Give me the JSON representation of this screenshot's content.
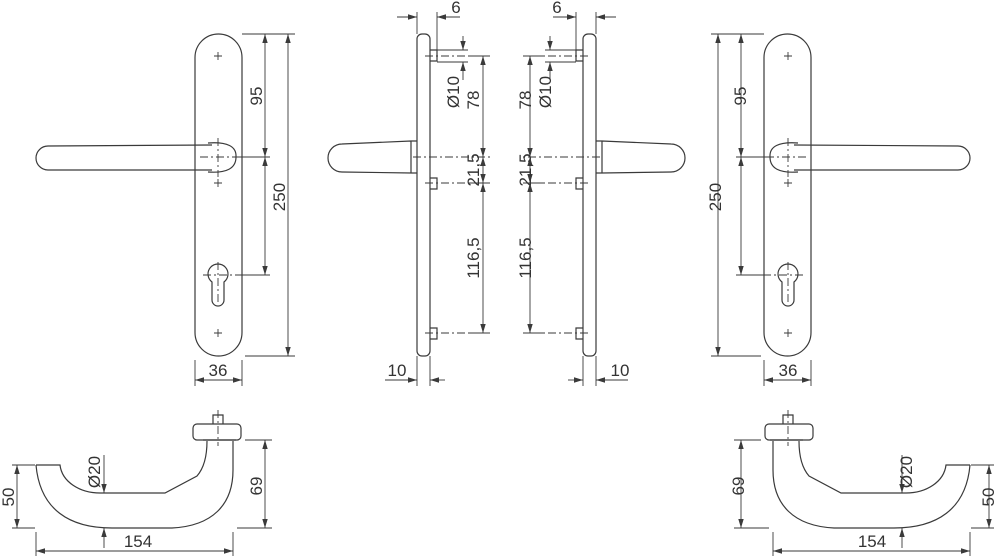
{
  "drawing": {
    "front_left": {
      "height_upper": "95",
      "height_total": "250",
      "width": "36"
    },
    "side_left": {
      "pin_offset": "6",
      "pin_diameter": "Ø10",
      "dist_top": "78",
      "dist_mid": "21,5",
      "dist_bottom": "116,5",
      "plate_thickness": "10"
    },
    "side_right": {
      "pin_offset": "6",
      "pin_diameter": "Ø10",
      "dist_top": "78",
      "dist_mid": "21,5",
      "dist_bottom": "116,5",
      "plate_thickness": "10"
    },
    "front_right": {
      "height_upper": "95",
      "height_total": "250",
      "width": "36"
    },
    "top_left": {
      "grip_diameter": "Ø20",
      "projection": "50",
      "height": "69",
      "length": "154"
    },
    "top_right": {
      "grip_diameter": "Ø20",
      "projection": "50",
      "height": "69",
      "length": "154"
    }
  },
  "colors": {
    "line": "#3a3a3a",
    "background": "#ffffff"
  }
}
